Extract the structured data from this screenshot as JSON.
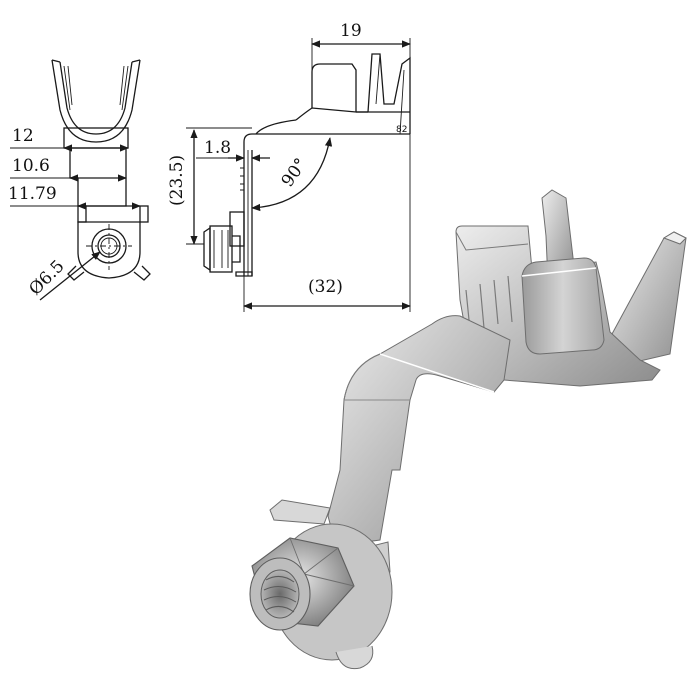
{
  "colors": {
    "line": "#1a1a1a",
    "shade_dark": "#8f8f8f",
    "shade_mid": "#b9b9b9",
    "shade_light": "#e2e2e2",
    "background": "#ffffff"
  },
  "front_view": {
    "dim_width_top": "12",
    "dim_width_mid": "10.6",
    "dim_width_bottom": "11.79",
    "dim_diameter": "Ø6.5"
  },
  "side_view": {
    "dim_top_length": "19",
    "dim_thickness": "1.8",
    "dim_height": "(23.5)",
    "dim_angle": "90°",
    "dim_overall_length": "(32)",
    "side_mark": "82"
  }
}
